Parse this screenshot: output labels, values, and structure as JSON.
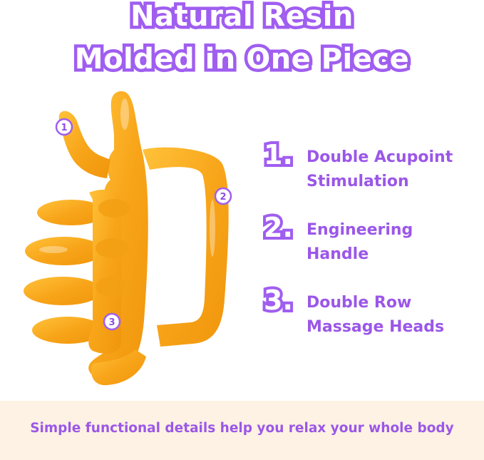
{
  "title": {
    "line1": "Natural Resin",
    "line2": "Molded in One Piece"
  },
  "product": {
    "callouts": [
      "1",
      "2",
      "3"
    ]
  },
  "features": [
    {
      "number": "1.",
      "line1": "Double Acupoint",
      "line2": "Stimulation"
    },
    {
      "number": "2.",
      "line1": "Engineering",
      "line2": "Handle"
    },
    {
      "number": "3.",
      "line1": "Double Row",
      "line2": "Massage Heads"
    }
  ],
  "banner": {
    "text": "Simple functional details help you relax your whole body"
  },
  "colors": {
    "accent": "#9b57e8",
    "outline": "#a05ef0",
    "product": "#f7a61b",
    "banner_bg": "#fdf2e3"
  }
}
